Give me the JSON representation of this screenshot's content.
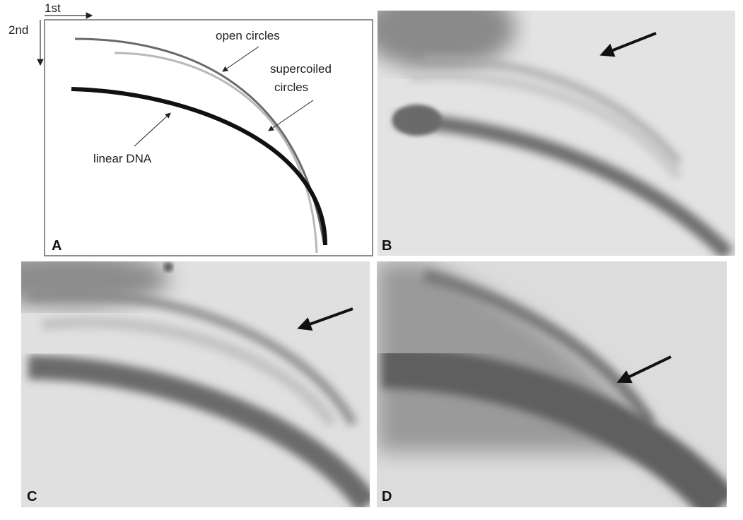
{
  "panel_a": {
    "axis_first": "1st",
    "axis_second": "2nd",
    "label_open": "open circles",
    "label_supercoiled_1": "supercoiled",
    "label_supercoiled_2": "circles",
    "label_linear": "linear DNA",
    "panel_letter": "A"
  },
  "panel_b": {
    "panel_letter": "B"
  },
  "panel_c": {
    "panel_letter": "C"
  },
  "panel_d": {
    "panel_letter": "D"
  },
  "colors": {
    "open": "#6a6a6a",
    "supercoiled": "#b8b8b8",
    "linear": "#111111",
    "gel_bg": "#e2e2e2",
    "gel_band": "#6e6e6e"
  }
}
